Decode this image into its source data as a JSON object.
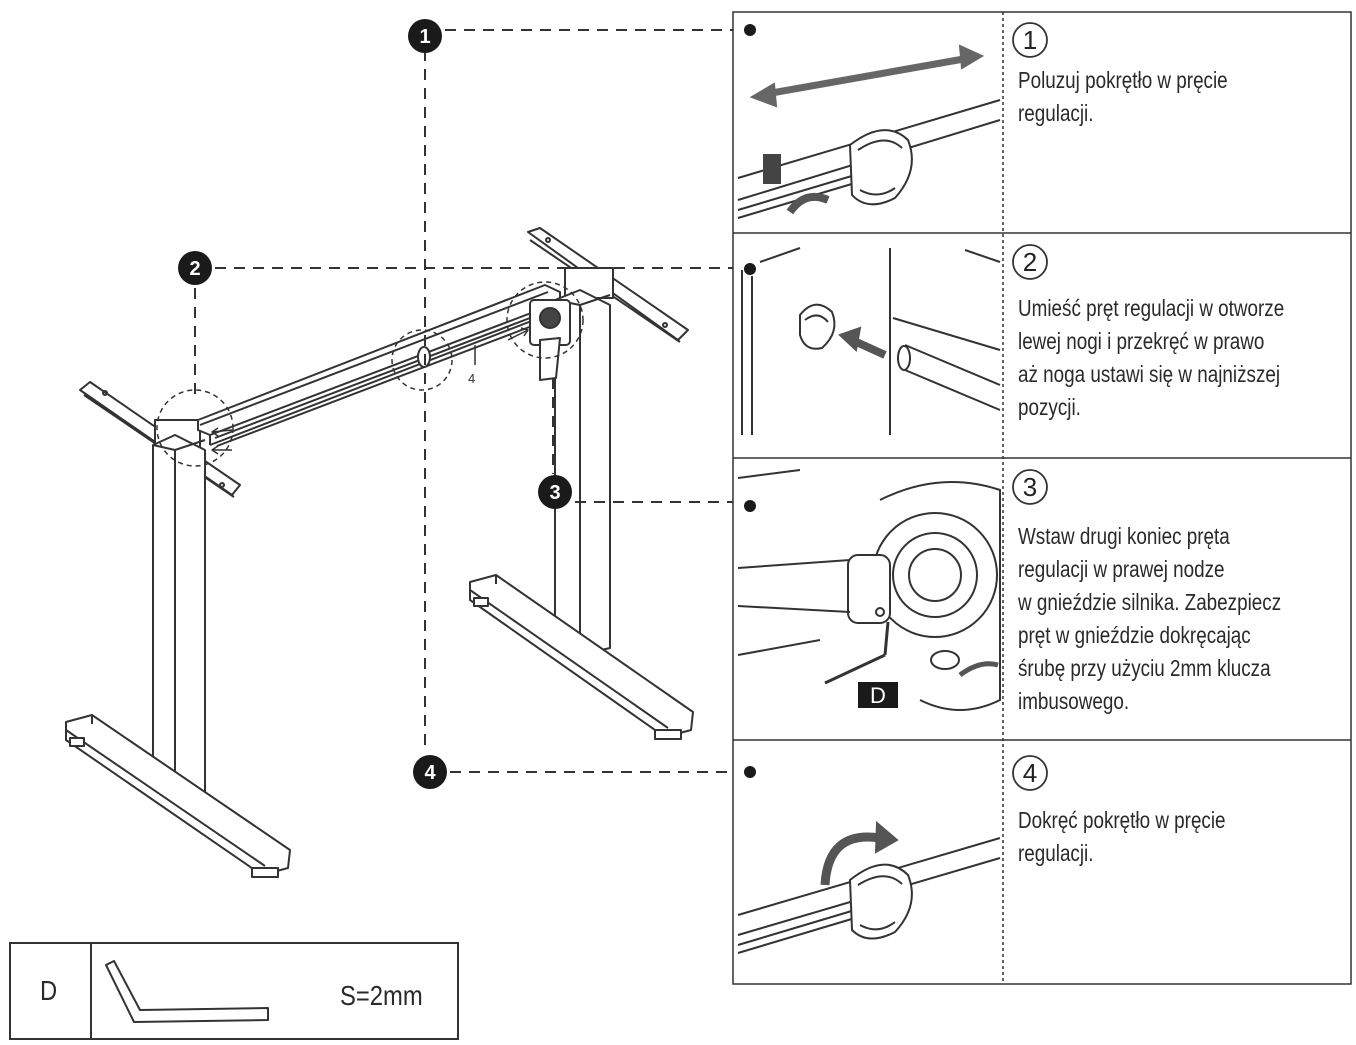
{
  "callouts": [
    "1",
    "2",
    "3",
    "4"
  ],
  "part_label": "4",
  "steps": [
    {
      "num": "1",
      "lines": [
        "Poluzuj pokrętło w pręcie",
        "regulacji."
      ]
    },
    {
      "num": "2",
      "lines": [
        "Umieść pręt regulacji w otworze",
        "lewej nogi i przekręć w prawo",
        "aż noga ustawi się w najniższej",
        "pozycji."
      ]
    },
    {
      "num": "3",
      "lines": [
        "Wstaw drugi koniec pręta",
        "regulacji w prawej nodze",
        "w gnieździe silnika. Zabezpiecz",
        "pręt w gnieździe dokręcając",
        "śrubę przy użyciu 2mm klucza",
        "imbusowego."
      ]
    },
    {
      "num": "4",
      "lines": [
        "Dokręć pokrętło w pręcie",
        "regulacji."
      ]
    }
  ],
  "step3_tag": "D",
  "tool": {
    "letter": "D",
    "size": "S=2mm"
  }
}
